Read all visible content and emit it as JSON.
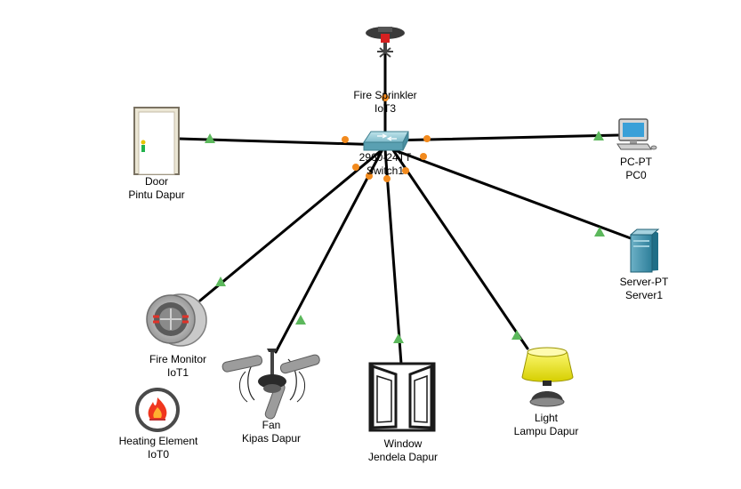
{
  "switch": {
    "type": "2960-24TT",
    "name": "Switch1"
  },
  "devices": [
    {
      "id": "door",
      "type": "Door",
      "name": "Pintu Dapur"
    },
    {
      "id": "sprinkler",
      "type": "Fire Sprinkler",
      "name": "IoT3"
    },
    {
      "id": "pc",
      "type": "PC-PT",
      "name": "PC0"
    },
    {
      "id": "server",
      "type": "Server-PT",
      "name": "Server1"
    },
    {
      "id": "firemon",
      "type": "Fire Monitor",
      "name": "IoT1"
    },
    {
      "id": "fan",
      "type": "Fan",
      "name": "Kipas Dapur"
    },
    {
      "id": "window",
      "type": "Window",
      "name": "Jendela Dapur"
    },
    {
      "id": "light",
      "type": "Light",
      "name": "Lampu Dapur"
    },
    {
      "id": "heater",
      "type": "Heating Element",
      "name": "IoT0"
    }
  ],
  "colors": {
    "link": "#000000",
    "switch_port": "#f28a1d",
    "device_port": "#5cb85c"
  }
}
